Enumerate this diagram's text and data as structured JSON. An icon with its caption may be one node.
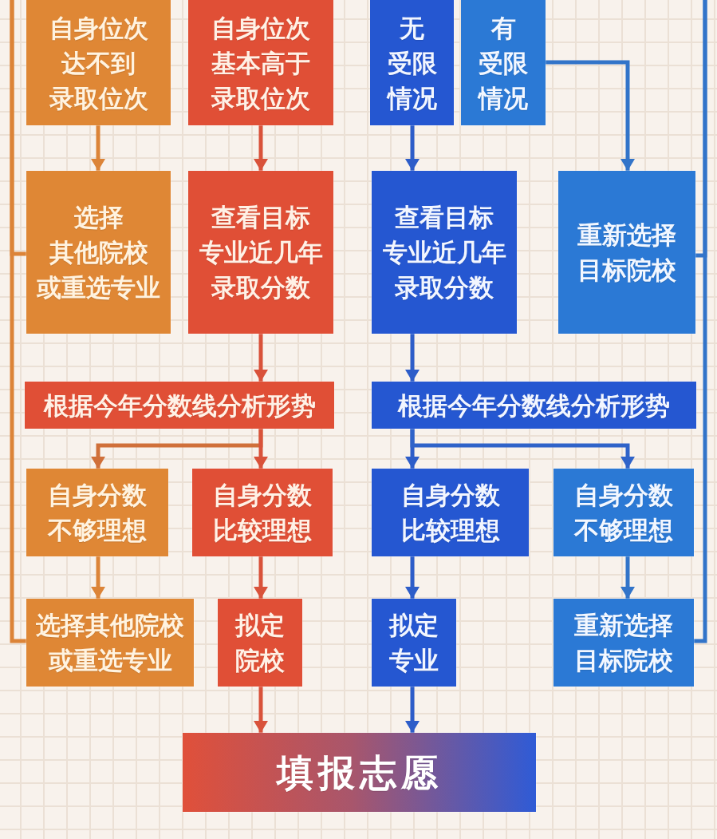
{
  "diagram": {
    "nodes": [
      {
        "text": [
          "自身位次达不到录取位次"
        ]
      },
      {
        "text": [
          "自身位次基本高于录取位次"
        ]
      },
      {
        "text": [
          "无受限情况"
        ]
      },
      {
        "text": [
          "有受限情况"
        ]
      },
      {
        "text": [
          "选择其他院校或重选专业"
        ]
      },
      {
        "text": [
          "查看目标专业近几年录取分数"
        ]
      },
      {
        "text": [
          "查看目标专业近几年录取分数"
        ]
      },
      {
        "text": [
          "重新选择目标院校"
        ]
      },
      {
        "text": [
          "根据今年分数线分析形势"
        ]
      },
      {
        "text": [
          "根据今年分数线分析形势"
        ]
      },
      {
        "text": [
          "自身分数不够理想"
        ]
      },
      {
        "text": [
          "自身分数比较理想"
        ]
      },
      {
        "text": [
          "自身分数比较理想"
        ]
      },
      {
        "text": [
          "自身分数不够理想"
        ]
      },
      {
        "text": [
          "选择其他院校或重选专业"
        ]
      },
      {
        "text": [
          "拟定院校"
        ]
      },
      {
        "text": [
          "拟定专业"
        ]
      },
      {
        "text": [
          "重新选择目标院校"
        ]
      },
      {
        "text": [
          "填报志愿"
        ]
      }
    ],
    "edges": [
      {
        "from": 0,
        "to": 4,
        "arrow": "to",
        "color": "#dc8438"
      },
      {
        "from": 1,
        "to": 5,
        "arrow": "to",
        "color": "#d9523a"
      },
      {
        "from": 2,
        "to": 6,
        "arrow": "to",
        "color": "#2d5dc9"
      },
      {
        "from": 3,
        "to": 7,
        "arrow": "to",
        "color": "#3274c9"
      },
      {
        "from": 5,
        "to": 8,
        "arrow": "to",
        "color": "#d9523a"
      },
      {
        "from": 6,
        "to": 9,
        "arrow": "to",
        "color": "#2d5dc9"
      },
      {
        "from": 8,
        "to": 10,
        "arrow": "to",
        "color": "#d0703a"
      },
      {
        "from": 8,
        "to": 11,
        "arrow": "to",
        "color": "#d9523a"
      },
      {
        "from": 9,
        "to": 12,
        "arrow": "to",
        "color": "#2d5dc9"
      },
      {
        "from": 9,
        "to": 13,
        "arrow": "to",
        "color": "#2f63c9"
      },
      {
        "from": 10,
        "to": 14,
        "arrow": "to",
        "color": "#dc8438"
      },
      {
        "from": 11,
        "to": 15,
        "arrow": "to",
        "color": "#d9523a"
      },
      {
        "from": 12,
        "to": 16,
        "arrow": "to",
        "color": "#2d5dc9"
      },
      {
        "from": 13,
        "to": 17,
        "arrow": "to",
        "color": "#3274c9"
      },
      {
        "from": 15,
        "to": 18,
        "arrow": "to",
        "color": "#d9523a"
      },
      {
        "from": 16,
        "to": 18,
        "arrow": "to",
        "color": "#2d5dc9"
      },
      {
        "from": 4,
        "to": null,
        "arrow": "none",
        "color": "#dc8438"
      },
      {
        "from": 14,
        "to": null,
        "arrow": "none",
        "color": "#dc8438"
      },
      {
        "from": 7,
        "to": null,
        "arrow": "none",
        "color": "#3274c9"
      },
      {
        "from": 17,
        "to": null,
        "arrow": "none",
        "color": "#3274c9"
      }
    ]
  }
}
